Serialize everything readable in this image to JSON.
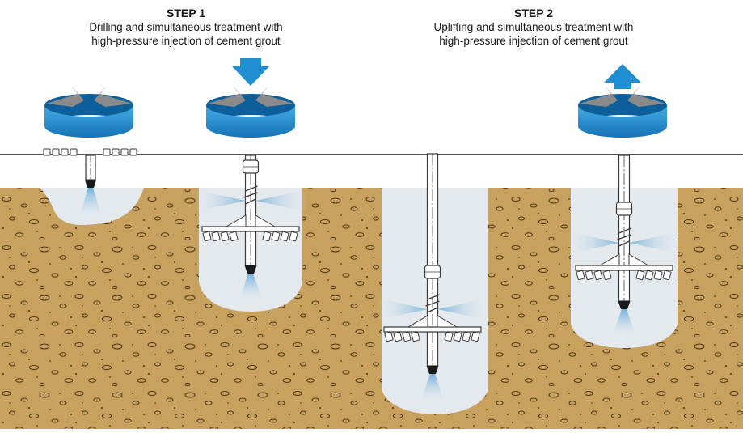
{
  "steps": [
    {
      "title": "STEP 1",
      "line1": "Drilling and simultaneous treatment with",
      "line2": "high-pressure injection of cement grout",
      "arrow": "down-arrow"
    },
    {
      "title": "STEP 2",
      "line1": "Uplifting and simultaneous treatment with",
      "line2": "high-pressure injection of cement grout",
      "arrow": "up-arrow"
    }
  ],
  "colors": {
    "soil": "#c8a15e",
    "soil_pebble": "#4a3518",
    "grout": "#e4e9ee",
    "rotation_band": "#1f8fd2",
    "rotation_arrow": "#8a8a8a",
    "direction_arrow": "#1f8fd2",
    "jet": "#9ec8e4",
    "tool_outline": "#3a3a3a"
  },
  "icons": [
    "rotation-arrow-icon",
    "down-arrow-icon",
    "up-arrow-icon",
    "drill-rod-icon",
    "nozzle-jet-icon"
  ]
}
